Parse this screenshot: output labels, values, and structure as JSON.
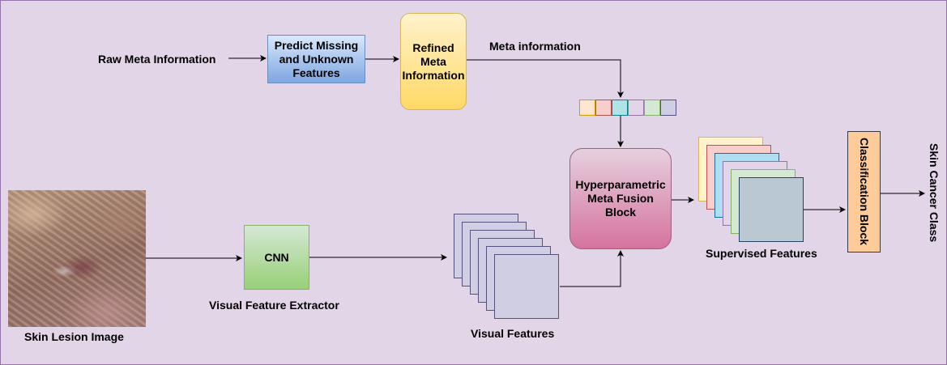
{
  "labels": {
    "raw_meta": "Raw Meta Information",
    "meta_info": "Meta information",
    "visual_feature_extractor": "Visual Feature Extractor",
    "skin_lesion_image": "Skin Lesion Image",
    "visual_features": "Visual Features",
    "supervised_features": "Supervised Features",
    "skin_cancer_class": "Skin Cancer Class"
  },
  "blocks": {
    "predict": [
      "Predict Missing",
      "and Unknown",
      "Features"
    ],
    "refined": [
      "Refined",
      "Meta",
      "Information"
    ],
    "cnn": "CNN",
    "fusion": [
      "Hyperparametric",
      "Meta Fusion",
      "Block"
    ],
    "classification": "Classification Block"
  },
  "colors": {
    "meta_vector": [
      "#ffe6cc",
      "#f8cecc",
      "#b0e3e6",
      "#e1d5e7",
      "#d5e8d4",
      "#d0cee2"
    ],
    "meta_vector_border": [
      "#d79b00",
      "#b85450",
      "#0e8088",
      "#9673a6",
      "#82b366",
      "#56517e"
    ],
    "supervised_stack": [
      "#fff2cc",
      "#f8cecc",
      "#b1ddf0",
      "#e1d5e7",
      "#d5e8d4",
      "#bac8d3"
    ],
    "supervised_stack_border": [
      "#d6b656",
      "#b85450",
      "#10739e",
      "#9673a6",
      "#82b366",
      "#23445d"
    ]
  }
}
